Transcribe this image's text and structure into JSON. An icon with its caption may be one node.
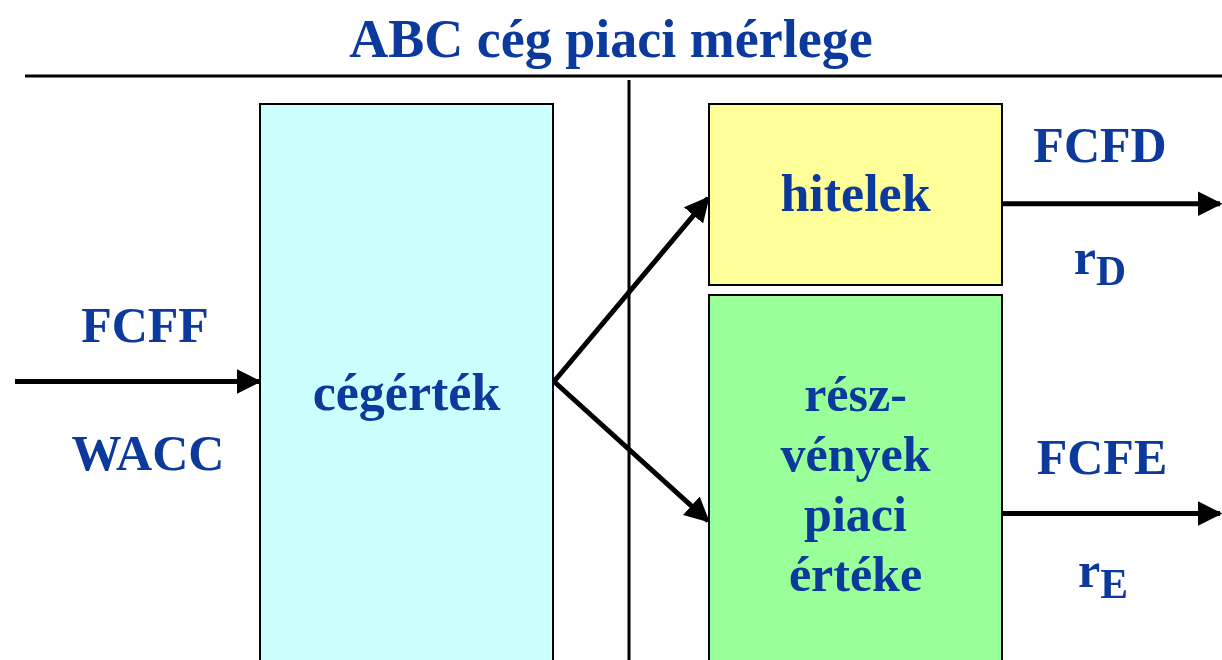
{
  "diagram": {
    "title": "ABC cég piaci mérlege",
    "nodes": [
      {
        "text": [
          "cégérték"
        ]
      },
      {
        "text": [
          "hitelek"
        ]
      },
      {
        "text": [
          "rész- vények piaci értéke"
        ]
      }
    ],
    "edges": [
      {
        "from": null,
        "to": 0,
        "arrow": "to",
        "label": "FCFF"
      },
      {
        "from": 0,
        "to": 1,
        "arrow": "to"
      },
      {
        "from": 0,
        "to": 2,
        "arrow": "to"
      },
      {
        "from": 1,
        "to": null,
        "arrow": "to",
        "label": "FCFD"
      },
      {
        "from": 2,
        "to": null,
        "arrow": "to",
        "label": "FCFE"
      }
    ],
    "labels": [
      "WACC",
      "r$_{D}$",
      "r$_{E}$"
    ]
  }
}
